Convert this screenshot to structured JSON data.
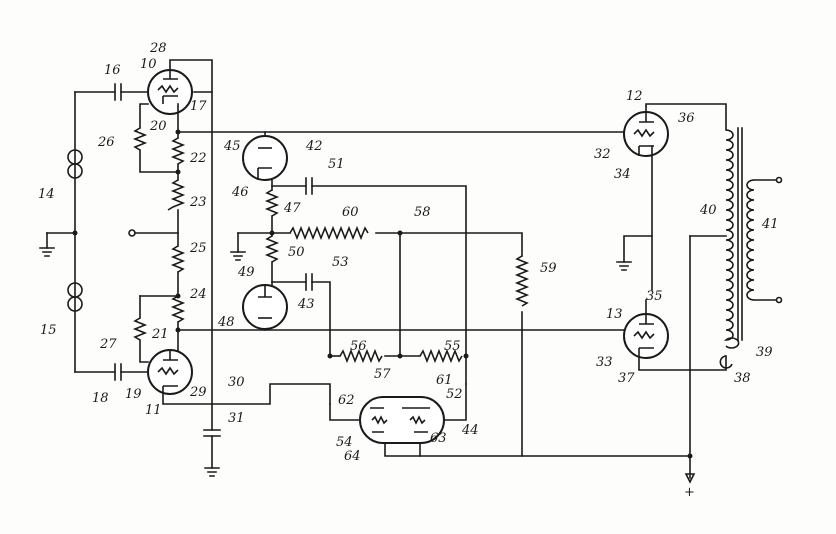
{
  "diagram": {
    "labels": [
      "10",
      "11",
      "12",
      "13",
      "14",
      "15",
      "16",
      "17",
      "18",
      "19",
      "20",
      "21",
      "22",
      "23",
      "24",
      "25",
      "26",
      "27",
      "28",
      "29",
      "30",
      "31",
      "32",
      "33",
      "34",
      "35",
      "36",
      "37",
      "38",
      "39",
      "40",
      "41",
      "42",
      "43",
      "44",
      "45",
      "46",
      "47",
      "48",
      "49",
      "50",
      "51",
      "52",
      "53",
      "54",
      "55",
      "56",
      "57",
      "58",
      "59",
      "60",
      "61",
      "62",
      "63",
      "64"
    ],
    "supply_symbol": "+"
  }
}
